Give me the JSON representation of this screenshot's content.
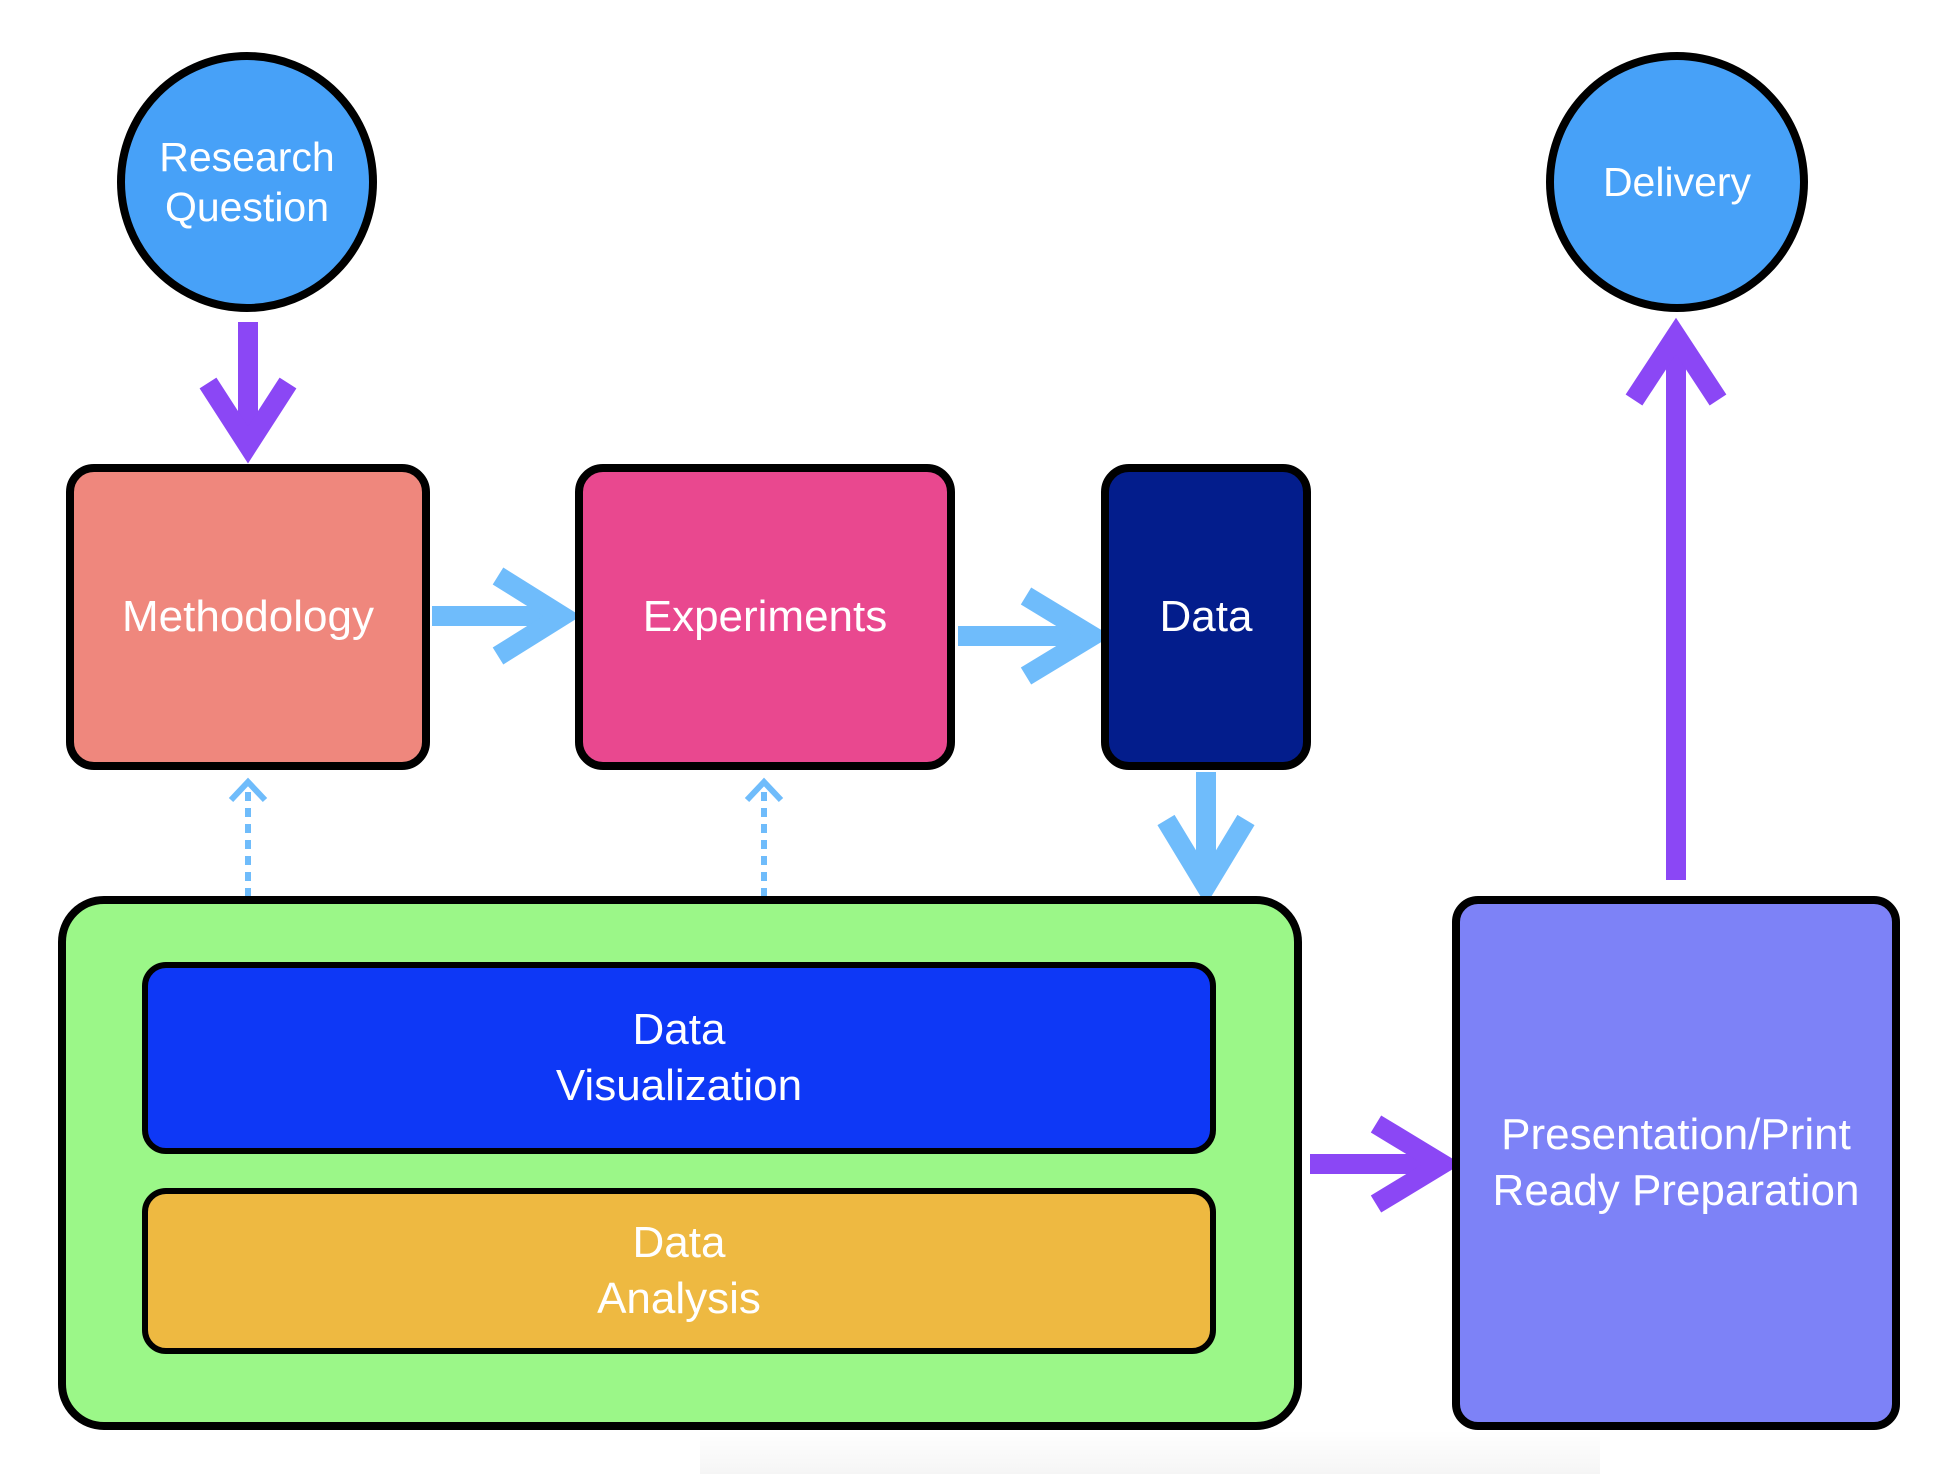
{
  "nodes": {
    "research_question": {
      "line1": "Research",
      "line2": "Question",
      "fill": "#47a1f8"
    },
    "delivery": {
      "label": "Delivery",
      "fill": "#47a1f8"
    },
    "methodology": {
      "label": "Methodology",
      "fill": "#ef877d"
    },
    "experiments": {
      "label": "Experiments",
      "fill": "#e9488f"
    },
    "data": {
      "label": "Data",
      "fill": "#031d8c"
    },
    "analysis_container": {
      "fill": "#9bf788"
    },
    "data_visualization": {
      "line1": "Data",
      "line2": "Visualization",
      "fill": "#0e38f6"
    },
    "data_analysis": {
      "line1": "Data",
      "line2": "Analysis",
      "fill": "#eeb941"
    },
    "presentation": {
      "line1": "Presentation/Print",
      "line2": "Ready Preparation",
      "fill": "#7d82f7"
    }
  },
  "arrows": {
    "primary_color": "#8b47f5",
    "secondary_color": "#6fbcfb"
  }
}
